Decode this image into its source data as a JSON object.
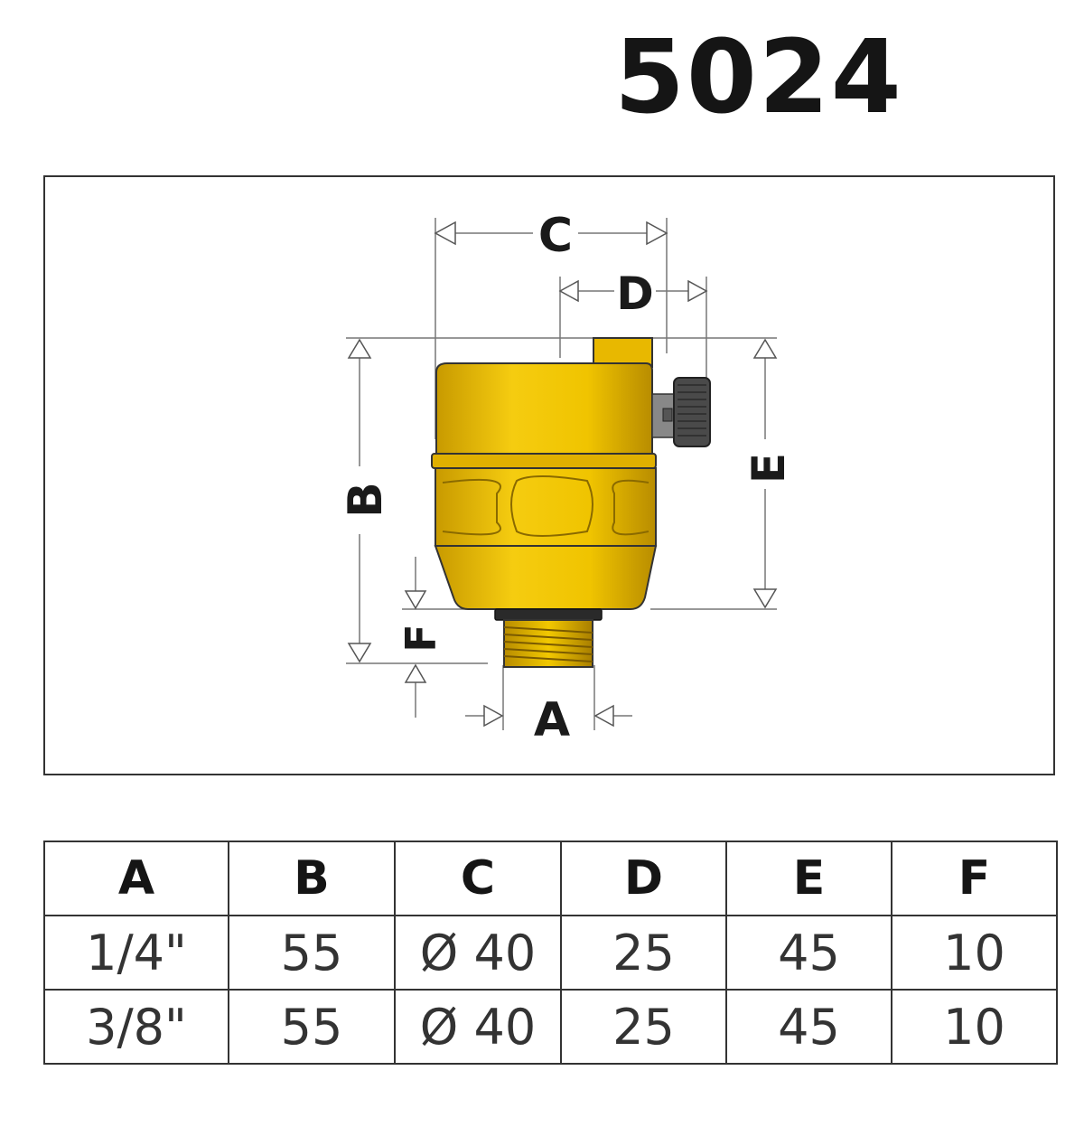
{
  "title": "5024",
  "diagram": {
    "labels": {
      "c": "C",
      "d": "D",
      "b": "B",
      "e": "E",
      "f": "F",
      "a": "A"
    },
    "colors": {
      "body": "#f2c500",
      "body_dark": "#c99a00",
      "knob": "#505050",
      "thread": "#d9a800",
      "line": "#777777"
    }
  },
  "table": {
    "headers": [
      "A",
      "B",
      "C",
      "D",
      "E",
      "F"
    ],
    "rows": [
      [
        "1/4\"",
        "55",
        "Ø 40",
        "25",
        "45",
        "10"
      ],
      [
        "3/8\"",
        "55",
        "Ø 40",
        "25",
        "45",
        "10"
      ]
    ]
  }
}
